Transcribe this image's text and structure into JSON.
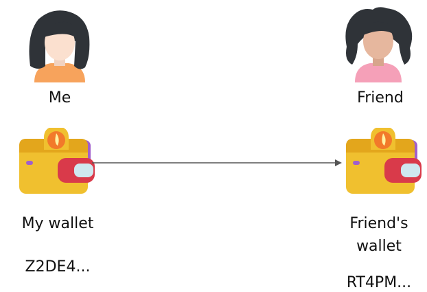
{
  "me": {
    "label": "Me",
    "avatar_icon": "woman-avatar-icon",
    "hair_color": "#2f3338",
    "shirt_color": "#f7a35c"
  },
  "friend": {
    "label": "Friend",
    "avatar_icon": "woman-avatar-icon",
    "hair_color": "#2f3338",
    "shirt_color": "#f5a0b8"
  },
  "my_wallet": {
    "label": "My wallet",
    "address": "Z2DE4...",
    "icon": "wallet-icon"
  },
  "friend_wallet": {
    "label_line1": "Friend's",
    "label_line2": "wallet",
    "address": "RT4PM...",
    "icon": "wallet-icon"
  },
  "transfer": {
    "icon": "arrow-right-icon",
    "color": "#555555"
  }
}
